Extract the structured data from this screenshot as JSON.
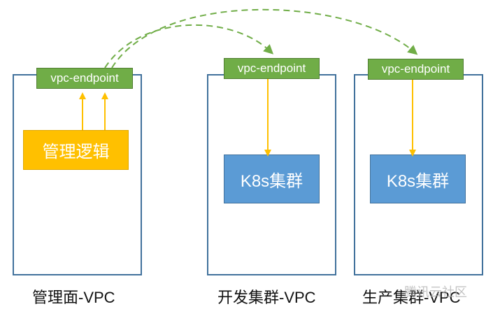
{
  "vpcs": [
    {
      "label": "管理面-VPC",
      "endpoint": "vpc-endpoint",
      "inner": "管理逻辑"
    },
    {
      "label": "开发集群-VPC",
      "endpoint": "vpc-endpoint",
      "inner": "K8s集群"
    },
    {
      "label": "生产集群-VPC",
      "endpoint": "vpc-endpoint",
      "inner": "K8s集群"
    }
  ],
  "watermark": "腾讯云社区",
  "colors": {
    "vpc_border": "#41719c",
    "endpoint": "#70ad47",
    "logic": "#ffc000",
    "k8s": "#5b9bd5",
    "arrow": "#ffc000",
    "dashed_link": "#70ad47"
  }
}
